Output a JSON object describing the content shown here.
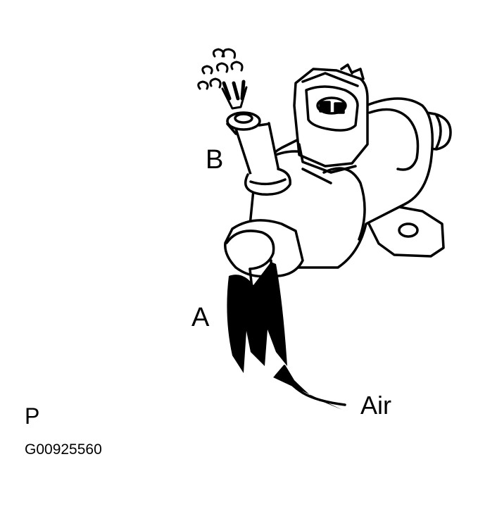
{
  "labels": {
    "port_b": "B",
    "port_a": "A",
    "air": "Air",
    "p": "P",
    "figure_code": "G00925560"
  },
  "colors": {
    "ink": "#000000",
    "background": "#ffffff"
  }
}
